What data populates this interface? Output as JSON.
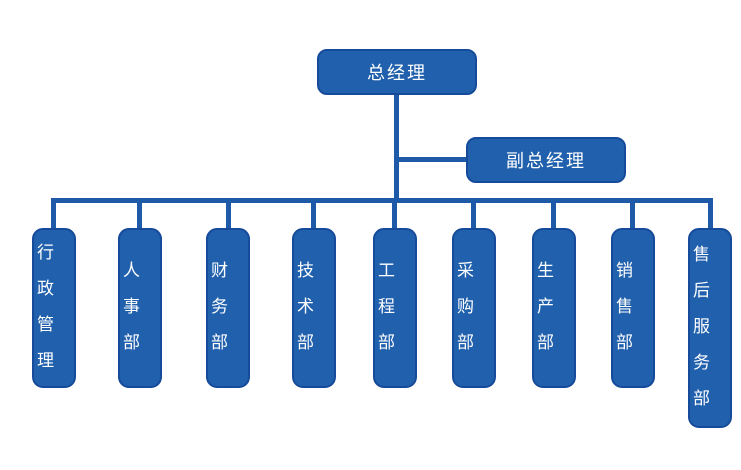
{
  "org": {
    "root": {
      "label": "总经理"
    },
    "deputy": {
      "label": "副总经理"
    },
    "departments": [
      {
        "label": "行政管理"
      },
      {
        "label": "人事部"
      },
      {
        "label": "财务部"
      },
      {
        "label": "技术部"
      },
      {
        "label": "工程部"
      },
      {
        "label": "采购部"
      },
      {
        "label": "生产部"
      },
      {
        "label": "销售部"
      },
      {
        "label": "售后服务部"
      }
    ]
  },
  "colors": {
    "box_fill": "#2160ac",
    "box_border": "#164a9b",
    "connector": "#1f5aa9",
    "text": "#ffffff",
    "background": "#ffffff"
  }
}
